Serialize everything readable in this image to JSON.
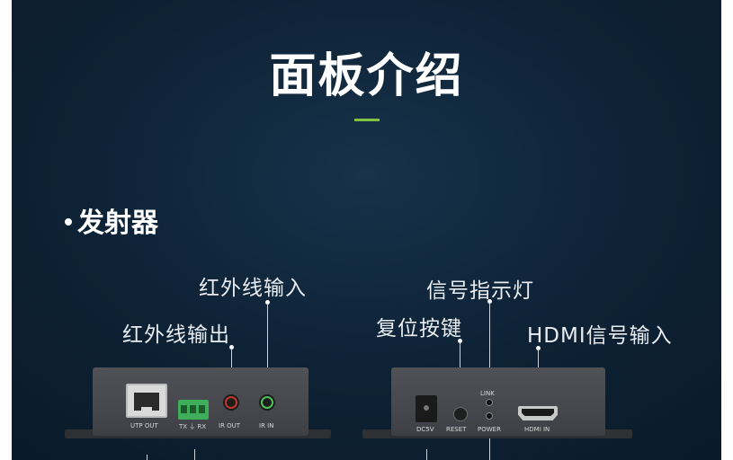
{
  "page": {
    "title": "面板介绍",
    "accent_color": "#7fc241",
    "section_title": "发射器"
  },
  "callouts": {
    "ir_in": "红外线输入",
    "ir_out": "红外线输出",
    "signal_led": "信号指示灯",
    "reset": "复位按键",
    "hdmi_in": "HDMI信号输入"
  },
  "device_left": {
    "ports": {
      "utp_out": "UTP OUT",
      "tx_rx": "TX ⏚ RX",
      "ir_out": "IR OUT",
      "ir_in": "IR IN"
    }
  },
  "device_right": {
    "ports": {
      "dc5v": "DC5V",
      "reset": "RESET",
      "link": "LINK",
      "power": "POWER",
      "hdmi_in": "HDMI IN"
    }
  }
}
